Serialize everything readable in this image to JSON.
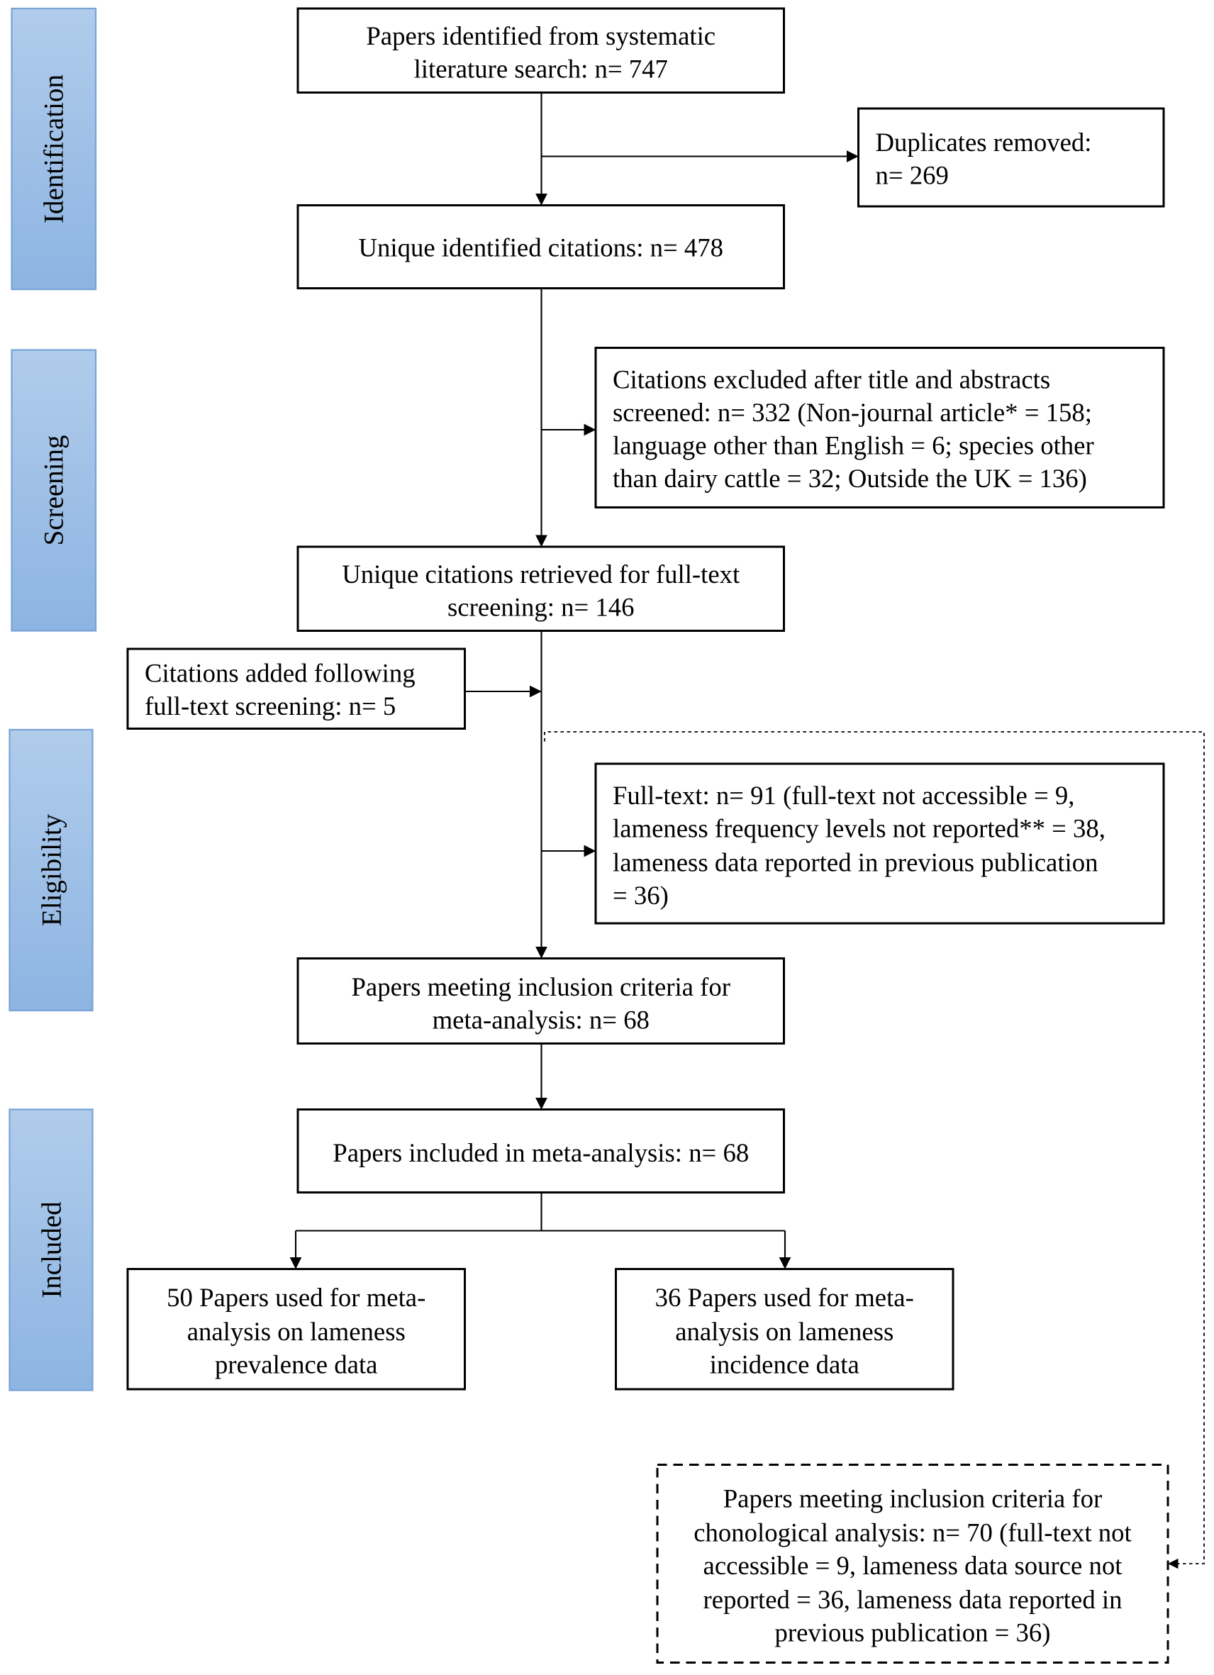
{
  "stages": [
    "Identification",
    "Screening",
    "Eligibility",
    "Included"
  ],
  "colors": {
    "stage_fill_top": "#b0cceb",
    "stage_fill_bottom": "#8db4e2",
    "stage_border": "#7aa3d6",
    "box_border": "#000000"
  },
  "boxes": {
    "identified": [
      "Papers identified from systematic",
      "literature search: n= 747"
    ],
    "duplicates": [
      "Duplicates removed:",
      "n= 269"
    ],
    "unique": [
      "Unique identified citations: n= 478"
    ],
    "excluded_title": [
      "Citations excluded after title and abstracts",
      "screened: n= 332 (Non-journal article* = 158;",
      "language other than English = 6; species other",
      "than dairy cattle = 32; Outside the UK = 136)"
    ],
    "retrieved": [
      "Unique citations retrieved for full-text",
      "screening: n= 146"
    ],
    "added": [
      "Citations added following",
      "full-text screening: n= 5"
    ],
    "fulltext_excluded": [
      "Full-text: n= 91 (full-text not accessible = 9,",
      "lameness frequency levels not reported** = 38,",
      "lameness data reported in previous publication",
      "= 36)"
    ],
    "meeting_criteria": [
      "Papers meeting inclusion criteria for",
      "meta-analysis: n= 68"
    ],
    "included": [
      "Papers included in meta-analysis: n= 68"
    ],
    "prevalence": [
      "50 Papers used for meta-",
      "analysis on lameness",
      "prevalence data"
    ],
    "incidence": [
      "36 Papers used for meta-",
      "analysis on lameness",
      "incidence data"
    ],
    "chronological": [
      "Papers meeting inclusion criteria for",
      "chonological analysis: n= 70 (full-text not",
      "accessible = 9, lameness data source not",
      "reported = 36, lameness data reported in",
      "previous publication = 36)"
    ]
  }
}
